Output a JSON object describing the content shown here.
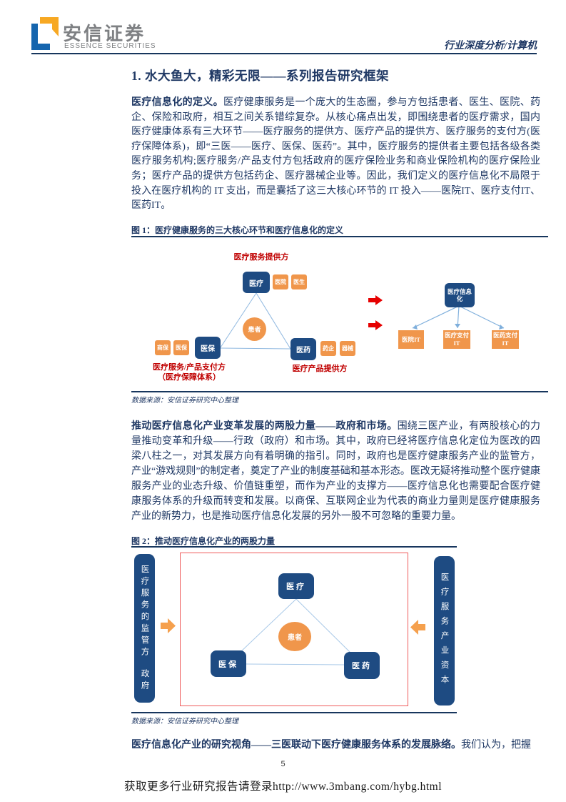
{
  "header": {
    "brand_cn": "安信证券",
    "brand_en": "ESSENCE SECURITIES",
    "report_type": "行业深度分析/计算机"
  },
  "section_title": "1. 水大鱼大，精彩无限——系列报告研究框架",
  "p1": {
    "lead": "医疗信息化的定义。",
    "body": "医疗健康服务是一个庞大的生态圈，参与方包括患者、医生、医院、药企、保险和政府，相互之间关系错综复杂。从核心痛点出发，即围绕患者的医疗需求，国内医疗健康体系有三大环节——医疗服务的提供方、医疗产品的提供方、医疗服务的支付方(医疗保障体系)，即“三医——医疗、医保、医药”。其中，医疗服务的提供者主要包括各级各类医疗服务机构;医疗服务/产品支付方包括政府的医疗保险业务和商业保险机构的医疗保险业务；医疗产品的提供方包括药企、医疗器械企业等。因此，我们定义的医疗信息化不局限于投入在医疗机构的 IT 支出，而是囊括了这三大核心环节的 IT 投入——医院IT、医疗支付IT、医药IT。"
  },
  "p2": {
    "lead": "推动医疗信息化产业变革发展的两股力量——政府和市场。",
    "body": "围绕三医产业，有两股核心的力量推动变革和升级——行政（政府）和市场。其中，政府已经将医疗信息化定位为医改的四梁八柱之一，对其发展方向有着明确的指引。同时，政府也是医疗健康服务产业的监管方，产业“游戏规则”的制定者，奠定了产业的制度基础和基本形态。医改无疑将推动整个医疗健康服务产业的业态升级、价值链重塑，而作为产业的支撑方——医疗信息化也需要配合医疗健康服务体系的升级而转变和发展。以商保、互联网企业为代表的商业力量则是医疗健康服务产业的新势力，也是推动医疗信息化发展的另外一股不可忽略的重要力量。"
  },
  "p3": {
    "lead": "医疗信息化产业的研究视角——三医联动下医疗健康服务体系的发展脉络。",
    "body": "我们认为，把握"
  },
  "figure1": {
    "title": "图 1：医疗健康服务的三大核心环节和医疗信息化的定义",
    "top_label": "医疗服务提供方",
    "bottom_left_label_1": "医疗服务/产品支付方",
    "bottom_left_label_2": "（医疗保障体系）",
    "bottom_right_label": "医疗产品提供方",
    "nodes": {
      "yiliao": "医疗",
      "yibao": "医保",
      "yiyao": "医药",
      "patient": "患者",
      "hit": "医疗信息化"
    },
    "tags": {
      "hospital": "医院",
      "doctor": "医生",
      "shangbao": "商保",
      "yibao": "医保",
      "yaoqi": "药企",
      "qixie": "器械"
    },
    "it_boxes": [
      "医院IT",
      "医疗支付IT",
      "医药支付IT"
    ],
    "source": "数据来源：安信证券研究中心整理"
  },
  "figure2": {
    "title": "图 2：推动医疗信息化产业的两股力量",
    "left_bar": {
      "line1": "医疗服务的监管方",
      "line2": "政府"
    },
    "right_bar": "医疗服务产业资本",
    "nodes": {
      "yiliao": "医疗",
      "yibao": "医保",
      "yiyao": "医药",
      "patient": "患者"
    },
    "source": "数据来源：安信证券研究中心整理"
  },
  "footer": {
    "page_number": "5",
    "promo": "获取更多行业研究报告请登录http://www.3mbang.com/hybg.html"
  },
  "colors": {
    "text_navy": "#1F3864",
    "node_blue": "#1E4B82",
    "node_orange": "#F0964B",
    "caption_red": "#C00000",
    "arrow_red": "#E60000",
    "border_red": "#EF5B5B",
    "logo_orange": "#F7A823",
    "logo_blue": "#1565AE"
  }
}
